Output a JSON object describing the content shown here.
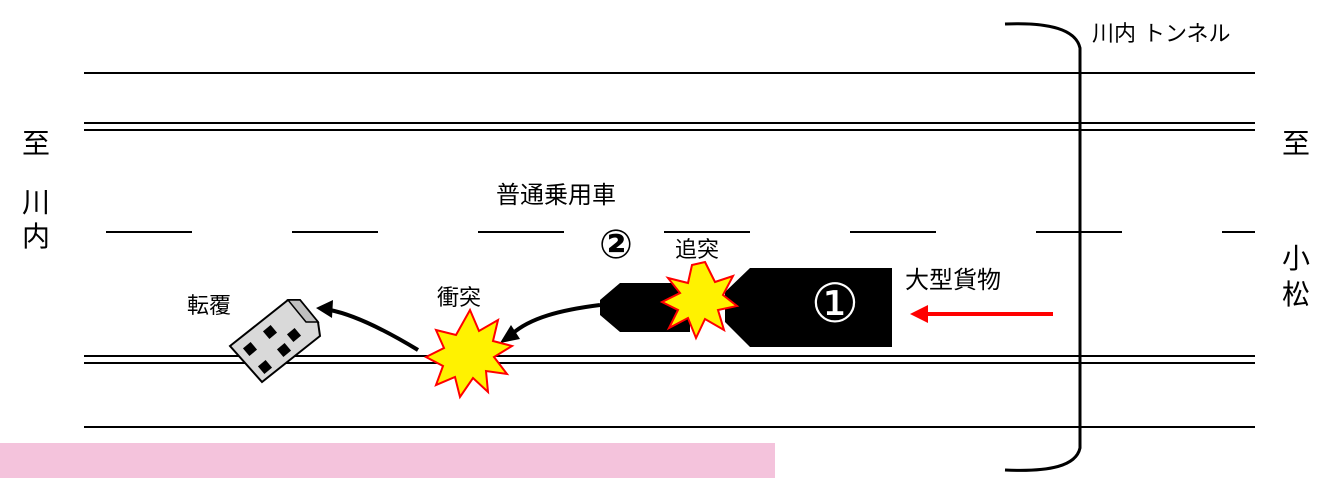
{
  "labels": {
    "tunnel": "川内 トンネル",
    "left_destination": [
      "至",
      "川",
      "内"
    ],
    "right_destination": [
      "至",
      "小",
      "松"
    ],
    "vehicle2_type": "普通乗用車",
    "vehicle1_type": "大型貨物",
    "rear_end_collision": "追突",
    "collision": "衝突",
    "rollover": "転覆"
  },
  "markers": {
    "vehicle1": "①",
    "vehicle2": "②"
  },
  "colors": {
    "direction_arrow": "#ff0000",
    "impact_fill": "#fff200",
    "impact_outline": "#ff0000",
    "overturned_car": "#d9d9d9",
    "band": "#f4c3dc"
  }
}
